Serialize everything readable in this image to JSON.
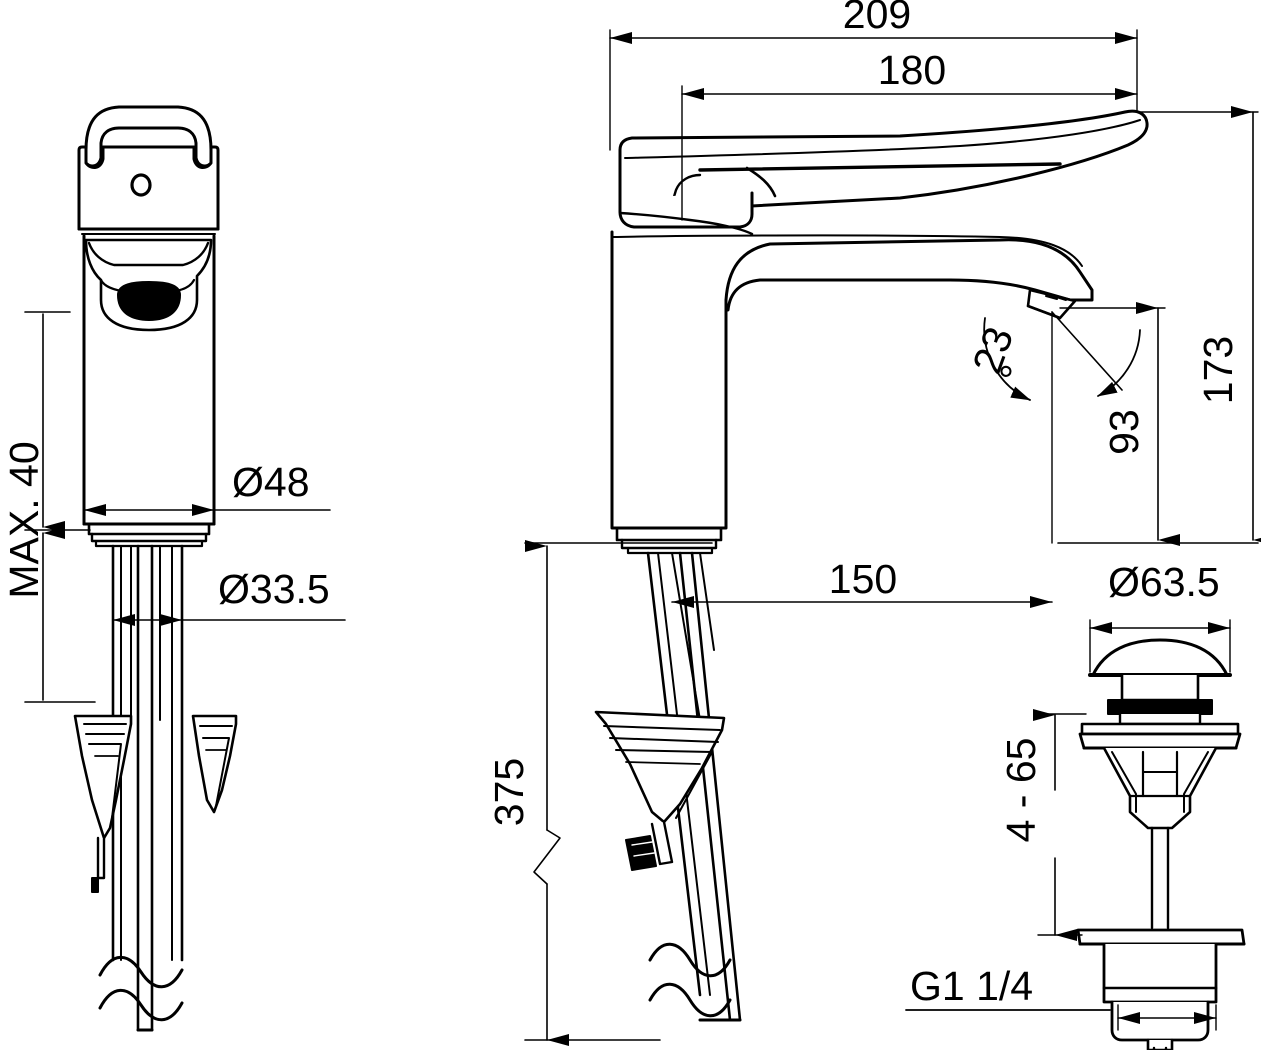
{
  "drawing": {
    "title": "Single-lever basin mixer dimensional drawing",
    "units": "mm",
    "line_color": "#000000",
    "background_color": "#ffffff",
    "views": [
      {
        "id": "front-view",
        "name": "Front view of mixer"
      },
      {
        "id": "side-view",
        "name": "Side view of mixer"
      },
      {
        "id": "drain-view",
        "name": "Pop-up waste assembly"
      }
    ]
  },
  "dimensions": {
    "max_40": "MAX. 40",
    "dia_48": "Ø48",
    "dia_33_5": "Ø33.5",
    "len_209": "209",
    "len_180": "180",
    "len_173": "173",
    "len_93": "93",
    "angle_23": "23",
    "angle_symbol": "°",
    "len_150": "150",
    "len_375": "375",
    "dia_63_5": "Ø63.5",
    "range_4_65": "4 - 65",
    "thread_g1_14": "G1 1/4"
  }
}
